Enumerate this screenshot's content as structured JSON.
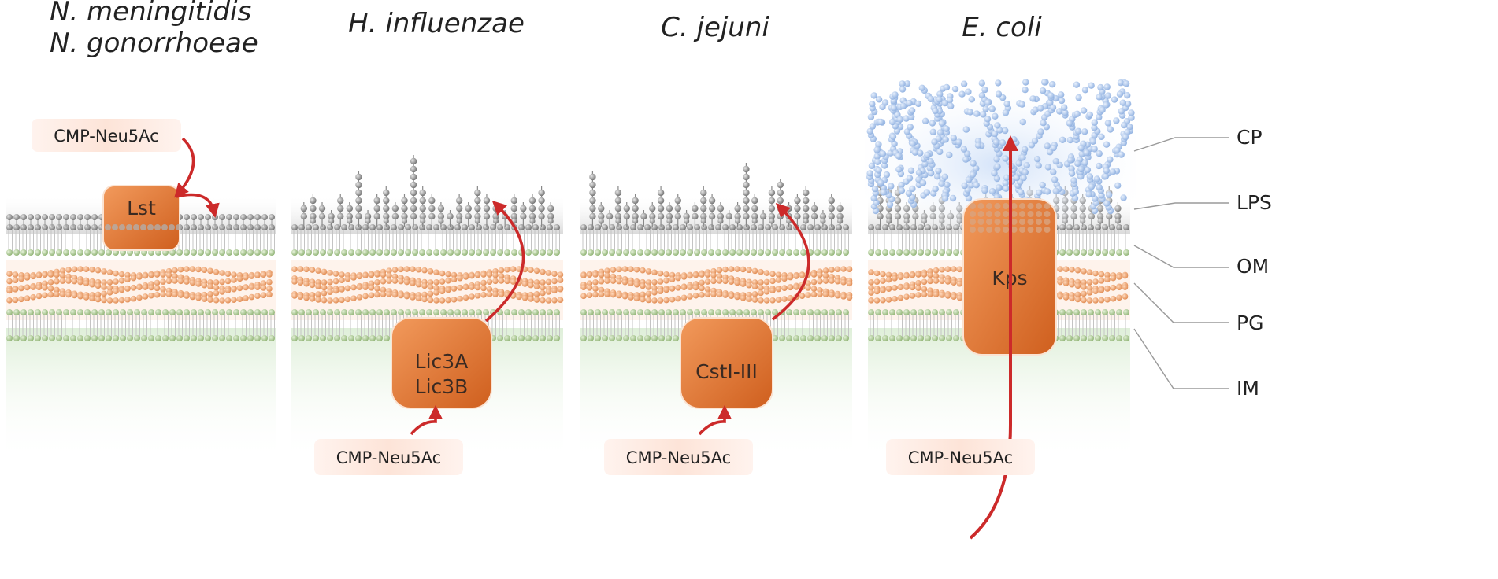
{
  "organisms": [
    {
      "lines": [
        "N. meningitidis",
        "N. gonorrhoeae"
      ]
    },
    {
      "lines": [
        "H. influenzae"
      ]
    },
    {
      "lines": [
        "C. jejuni"
      ]
    },
    {
      "lines": [
        "E. coli"
      ]
    }
  ],
  "enzymes": [
    {
      "lines": [
        "Lst"
      ]
    },
    {
      "lines": [
        "Lic3A",
        "Lic3B"
      ]
    },
    {
      "lines": [
        "CstI-III"
      ]
    },
    {
      "lines": [
        "Kps"
      ]
    }
  ],
  "substrate": "CMP-Neu5Ac",
  "layers": [
    "CP",
    "LPS",
    "OM",
    "PG",
    "IM"
  ],
  "colors": {
    "enzyme": "#e07a3a",
    "arrow": "#cc2a2a",
    "peptidoglycan": "#f0a878",
    "membrane_head": "#a9c98e",
    "lps_bead": "#8c8c8c",
    "capsule_bead": "#a9c4ec",
    "substrate_box": "#fde6dc"
  }
}
